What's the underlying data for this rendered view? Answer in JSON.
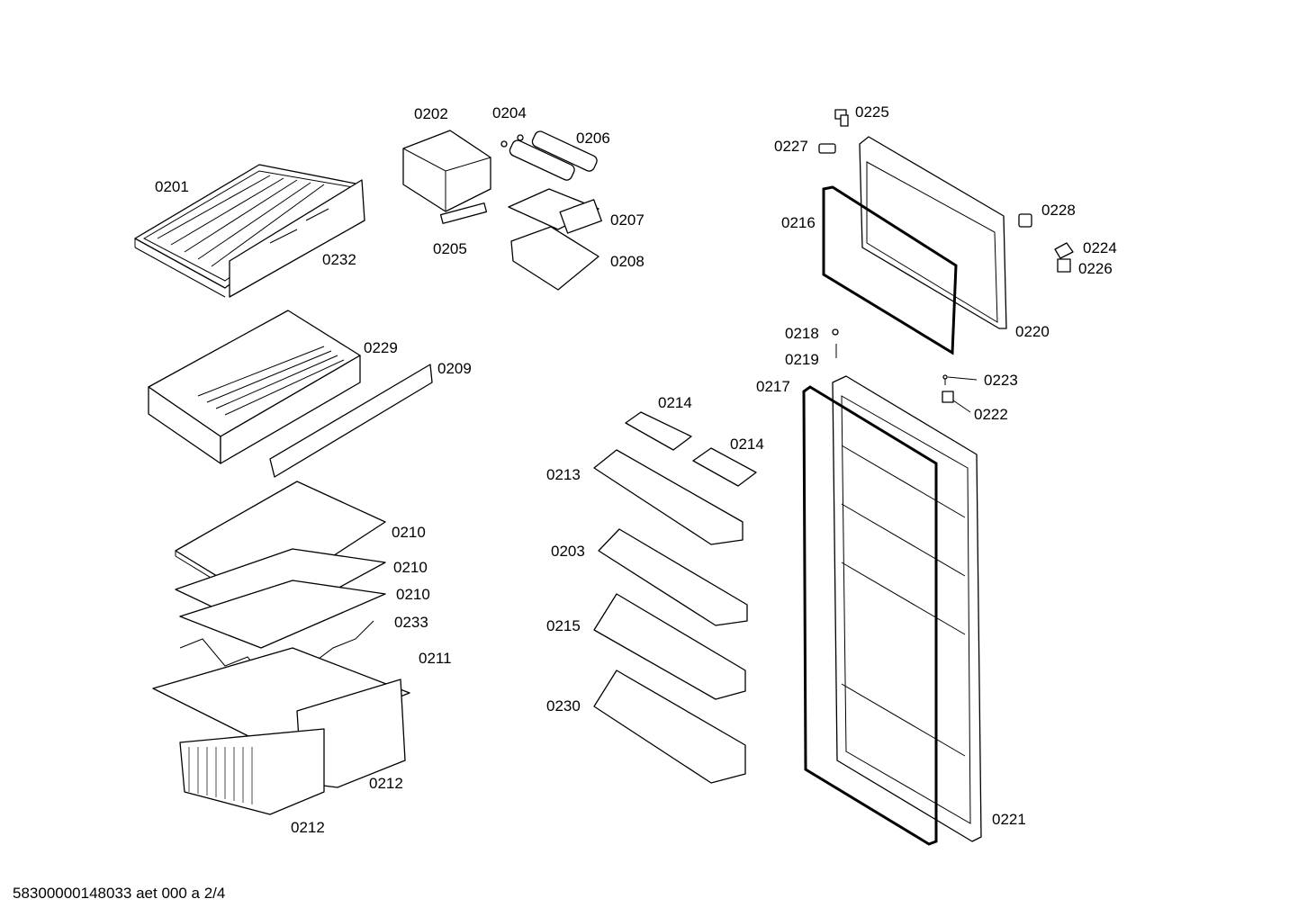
{
  "labels": {
    "p0201": "0201",
    "p0202": "0202",
    "p0203": "0203",
    "p0204": "0204",
    "p0205": "0205",
    "p0206": "0206",
    "p0207": "0207",
    "p0208": "0208",
    "p0209": "0209",
    "p0210a": "0210",
    "p0210b": "0210",
    "p0210c": "0210",
    "p0211": "0211",
    "p0212a": "0212",
    "p0212b": "0212",
    "p0213": "0213",
    "p0214a": "0214",
    "p0214b": "0214",
    "p0215": "0215",
    "p0216": "0216",
    "p0217": "0217",
    "p0218": "0218",
    "p0219": "0219",
    "p0220": "0220",
    "p0221": "0221",
    "p0222": "0222",
    "p0223": "0223",
    "p0224": "0224",
    "p0225": "0225",
    "p0226": "0226",
    "p0227": "0227",
    "p0228": "0228",
    "p0229": "0229",
    "p0230": "0230",
    "p0232": "0232",
    "p0233": "0233"
  },
  "footer": "58300000148033 aet 000 a 2/4"
}
